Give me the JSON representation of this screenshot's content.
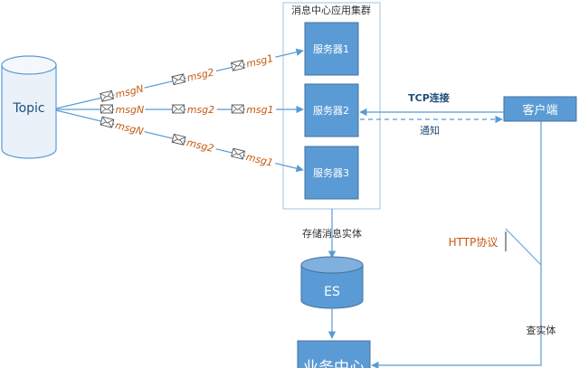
{
  "cluster": {
    "label": "消息中心应用集群"
  },
  "topic": {
    "label": "Topic"
  },
  "servers": [
    {
      "label": "服务器1"
    },
    {
      "label": "服务器2"
    },
    {
      "label": "服务器3"
    }
  ],
  "flows": [
    {
      "labels": [
        "msgN",
        "msg2",
        "msg1"
      ]
    },
    {
      "labels": [
        "msgN",
        "msg2",
        "msg1"
      ]
    },
    {
      "labels": [
        "msgN",
        "msg2",
        "msg1"
      ]
    }
  ],
  "client": {
    "label": "客户端"
  },
  "edges": {
    "tcp": "TCP连接",
    "notify": "通知",
    "store": "存储消息实体",
    "http": "HTTP协议",
    "query": "查实体"
  },
  "es": {
    "label": "ES"
  },
  "business": {
    "label": "业务中心"
  },
  "colors": {
    "accent": "#5b9bd5",
    "accentDark": "#41719c",
    "messageText": "#c55a11",
    "httpText": "#c55a11",
    "topicText": "#1f4e79",
    "edgeText": "#1f4e79",
    "ink": "#333333"
  }
}
